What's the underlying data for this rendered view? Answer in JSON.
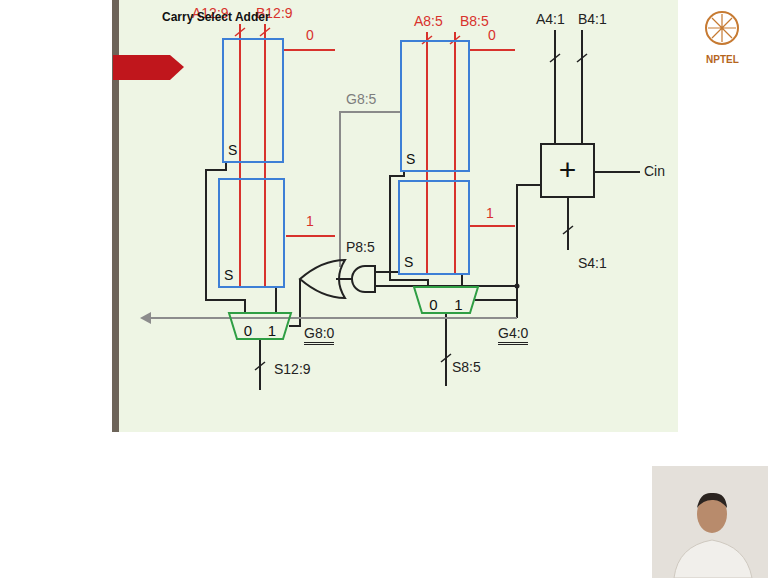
{
  "diagram": {
    "title": "Carry Select Adder",
    "nodes": [
      {
        "text": [
          "S"
        ]
      },
      {
        "text": [
          "S"
        ]
      },
      {
        "text": [
          "0",
          "1"
        ]
      },
      {
        "text": [
          "S"
        ]
      },
      {
        "text": [
          "S"
        ]
      },
      {
        "text": [
          "0",
          "1"
        ]
      },
      {
        "text": [
          "+"
        ]
      }
    ],
    "edges": [
      {
        "from": 0,
        "to": 2,
        "arrow": "none"
      },
      {
        "from": 1,
        "to": 2,
        "arrow": "none"
      },
      {
        "from": 3,
        "to": 5,
        "arrow": "none"
      },
      {
        "from": 4,
        "to": 5,
        "arrow": "none"
      },
      {
        "from": 6,
        "to": 5,
        "arrow": "none"
      }
    ],
    "labels": [
      "A12:9",
      "B12:9",
      "0",
      "1",
      "G8:5",
      "A8:5",
      "B8:5",
      "0",
      "1",
      "P8:5",
      "G8:0",
      "S12:9",
      "S8:5",
      "A4:1",
      "B4:1",
      "Cin",
      "S4:1",
      "G4:0",
      "NPTEL"
    ]
  }
}
